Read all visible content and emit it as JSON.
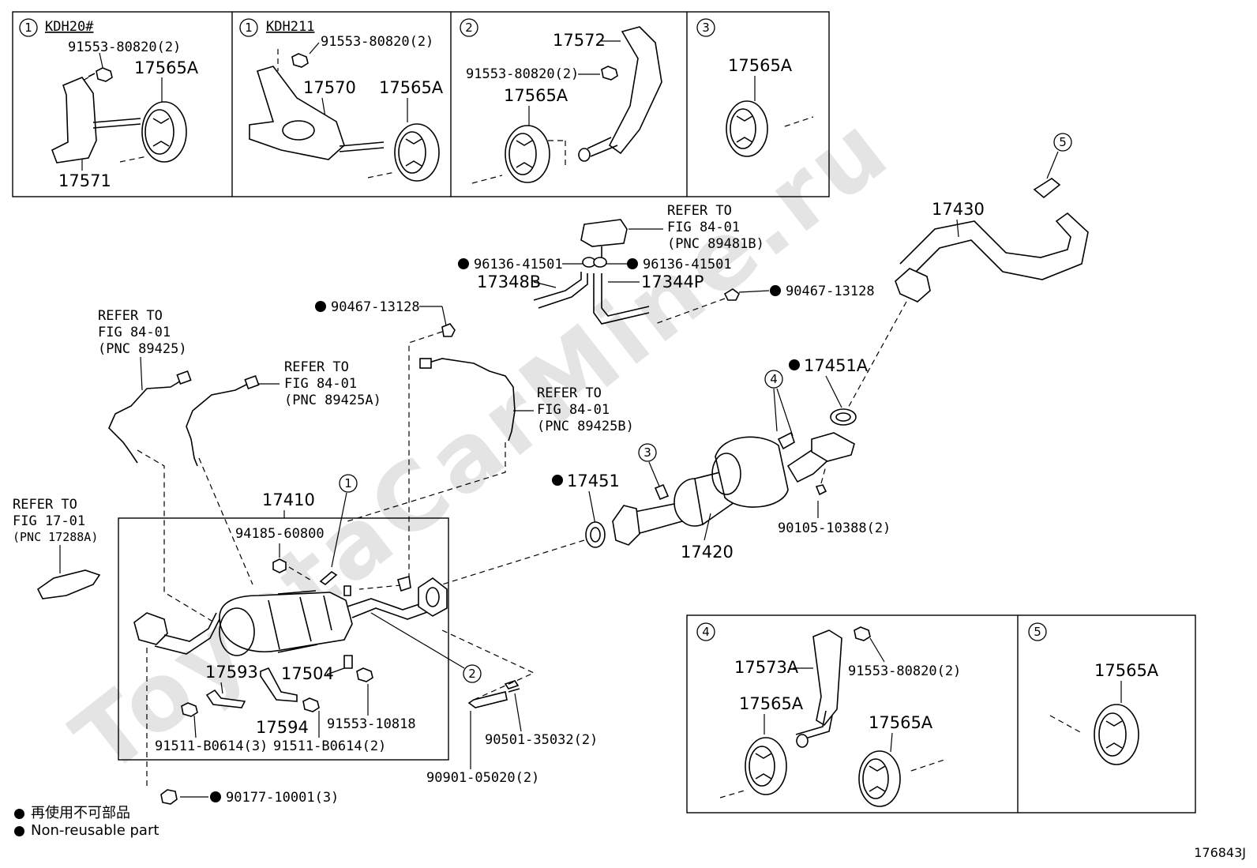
{
  "watermark": "ToyotaCarMine.ru",
  "diagram_code": "176843J",
  "legend": {
    "reuse_jp": "再使用不可部品",
    "reuse_en": "Non-reusable part"
  },
  "inset1a": {
    "num": "1",
    "title": "KDH20#",
    "bolt": "91553-80820(2)",
    "mount": "17565A",
    "bracket": "17571"
  },
  "inset1b": {
    "num": "1",
    "title": "KDH211",
    "bolt": "91553-80820(2)",
    "bracket": "17570",
    "mount": "17565A"
  },
  "inset2": {
    "num": "2",
    "bracket": "17572",
    "bolt": "91553-80820(2)",
    "mount": "17565A"
  },
  "inset3": {
    "num": "3",
    "mount": "17565A"
  },
  "inset4": {
    "num": "4",
    "bracket": "17573A",
    "bolt": "91553-80820(2)",
    "mount_a": "17565A",
    "mount_b": "17565A"
  },
  "inset5": {
    "num": "5",
    "mount": "17565A"
  },
  "main": {
    "refer_89481": [
      "REFER TO",
      "FIG 84-01",
      "(PNC 89481B)"
    ],
    "clip_left": "96136-41501",
    "clip_right": "96136-41501",
    "hose_a": "17348B",
    "hose_b": "17344P",
    "clamp_left": "90467-13128",
    "clamp_right": "90467-13128",
    "pipe_tail": "17430",
    "callout_5": "5",
    "gasket_a": "17451A",
    "callout_4": "4",
    "callout_3": "3",
    "gasket": "17451",
    "muffler": "17420",
    "bolt_muffler": "90105-10388(2)",
    "refer_89425": [
      "REFER TO",
      "FIG 84-01",
      "(PNC 89425)"
    ],
    "refer_89425a": [
      "REFER TO",
      "FIG 84-01",
      "(PNC 89425A)"
    ],
    "refer_89425b": [
      "REFER TO",
      "FIG 84-01",
      "(PNC 89425B)"
    ],
    "refer_17288": [
      "REFER TO",
      "FIG 17-01",
      "(PNC 17288A)"
    ],
    "converter": "17410",
    "callout_1": "1",
    "callout_2": "2",
    "nut": "94185-60800",
    "bracket_a": "17593",
    "bracket_b": "17504",
    "bracket_c": "17594",
    "bolt_a": "91553-10818",
    "bolt_b": "91511-B0614(3)",
    "bolt_c": "91511-B0614(2)",
    "spring": "90501-35032(2)",
    "bolt_d": "90901-05020(2)",
    "nut_b": "90177-10001(3)"
  }
}
